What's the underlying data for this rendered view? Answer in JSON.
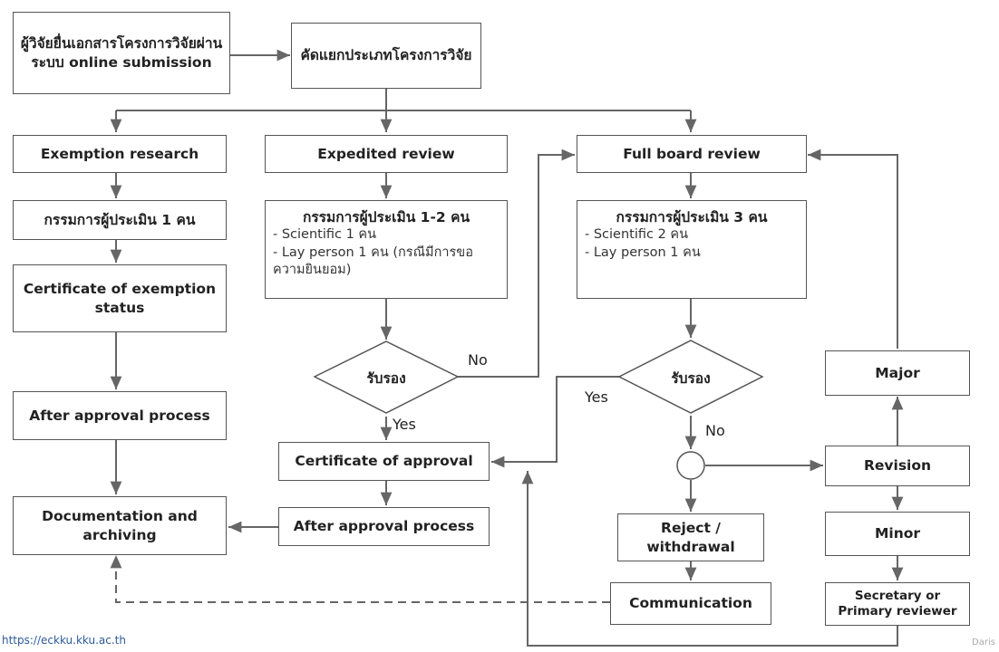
{
  "nodes": {
    "submit": "ผู้วิจัยยื่นเอกสารโครงการวิจัยผ่านระบบ online submission",
    "classify": "คัดแยกประเภทโครงการวิจัย",
    "exemption": "Exemption research",
    "expedited": "Expedited review",
    "fullboard": "Full board review",
    "ex_reviewer": "กรรมการผู้ประเมิน 1 คน",
    "exp_reviewer": {
      "head": "กรรมการผู้ประเมิน 1-2 คน",
      "lines": [
        "- Scientific 1 คน",
        "- Lay person 1 คน (กรณีมีการขอความยินยอม)"
      ]
    },
    "fb_reviewer": {
      "head": "กรรมการผู้ประเมิน 3 คน",
      "lines": [
        "- Scientific 2 คน",
        "- Lay person 1 คน"
      ]
    },
    "cert_exempt": "Certificate of exemption status",
    "after_left": "After approval process",
    "doc_archive": "Documentation and archiving",
    "decision_exp": "รับรอง",
    "decision_fb": "รับรอง",
    "cert_approval": "Certificate of approval",
    "after_mid": "After approval process",
    "major": "Major",
    "revision": "Revision",
    "minor": "Minor",
    "reject": "Reject / withdrawal",
    "communication": "Communication",
    "secretary": "Secretary or Primary reviewer"
  },
  "labels": {
    "no_exp": "No",
    "yes_exp": "Yes",
    "yes_fb": "Yes",
    "no_fb": "No"
  },
  "footer": {
    "url": "https://eckku.kku.ac.th",
    "credit": "Daris"
  },
  "colors": {
    "line": "#666666",
    "border": "#555555",
    "url_text": "#2c5a9a"
  }
}
